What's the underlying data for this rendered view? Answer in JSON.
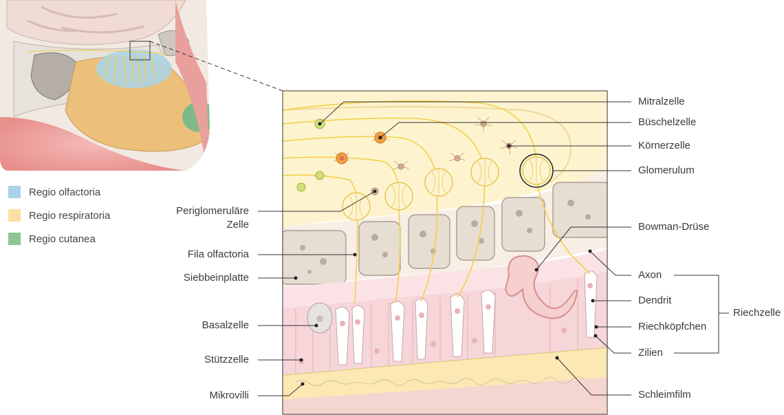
{
  "legend": [
    {
      "label": "Regio olfactoria",
      "color": "#a9d3e6"
    },
    {
      "label": "Regio respiratoria",
      "color": "#fbe0a3"
    },
    {
      "label": "Regio cutanea",
      "color": "#8ec596"
    }
  ],
  "labels_left": {
    "periglomerular": "Periglomeruläre",
    "periglomerular_2": "Zelle",
    "fila": "Fila olfactoria",
    "siebbein": "Siebbeinplatte",
    "basal": "Basalzelle",
    "stuetz": "Stützzelle",
    "mikrovilli": "Mikrovilli"
  },
  "labels_right": {
    "mitral": "Mitralzelle",
    "bueschel": "Büschelzelle",
    "koerner": "Körnerzelle",
    "glomerulum": "Glomerulum",
    "bowman": "Bowman-Drüse",
    "axon": "Axon",
    "dendrit": "Dendrit",
    "riechkoepfchen": "Riechköpfchen",
    "zilien": "Zilien",
    "schleimfilm": "Schleimfilm",
    "riechzelle": "Riechzelle"
  },
  "colors": {
    "bulb": "#fdf4cf",
    "nerve": "#f3cf4a",
    "bone": "#e6ddd3",
    "epithelium": "#f6d6d9",
    "mucus": "#fbe8b2"
  }
}
